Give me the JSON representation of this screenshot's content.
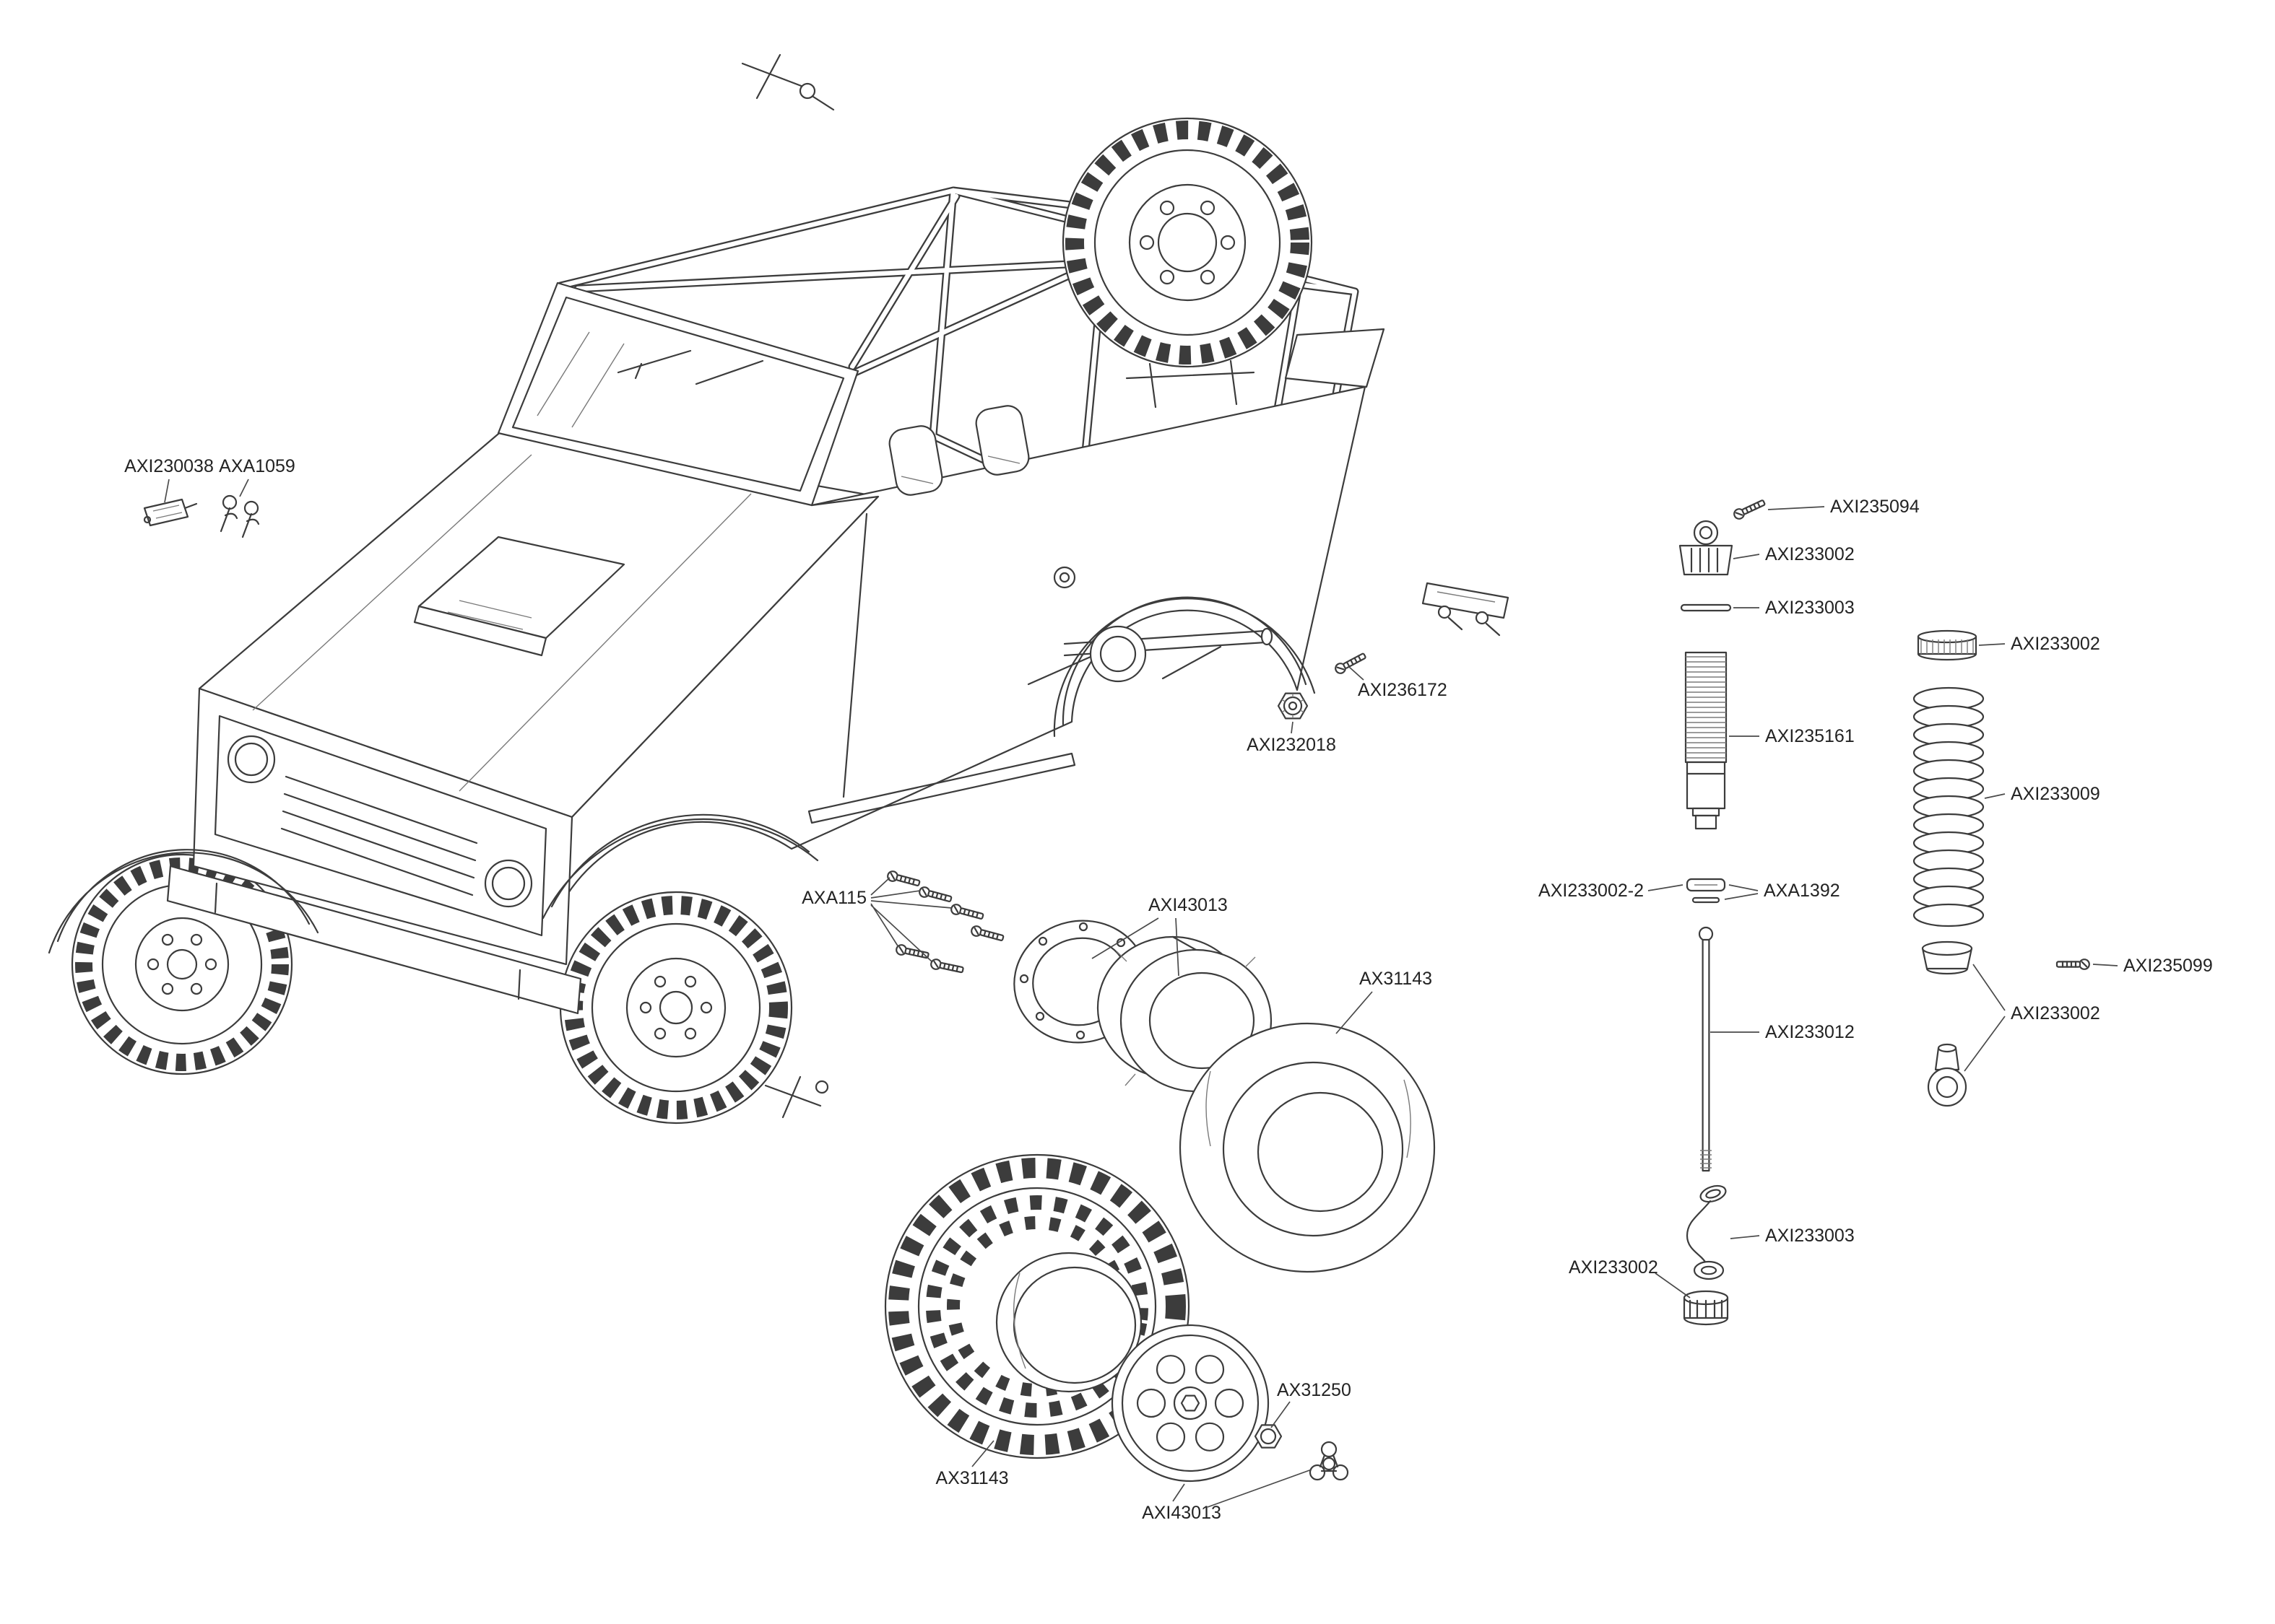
{
  "figure": {
    "kind": "exploded-parts-diagram",
    "subject": "rc-truck-body-wheel-and-shock-assembly",
    "background": "#ffffff",
    "line_color": "#3c3c3c",
    "label_color": "#232323"
  },
  "callouts": [
    {
      "part": "body-clip-mount",
      "text": "AXI230038"
    },
    {
      "part": "body-clips",
      "text": "AXA1059"
    },
    {
      "part": "axle-screw",
      "text": "AXI236172"
    },
    {
      "part": "wheel-hex",
      "text": "AXI232018"
    },
    {
      "part": "beadlock-screws",
      "text": "AXA115"
    },
    {
      "part": "beadlock-ring-set",
      "text": "AXI43013"
    },
    {
      "part": "tire-upper",
      "text": "AX31143"
    },
    {
      "part": "tire-lower",
      "text": "AX31143"
    },
    {
      "part": "wheel-nut",
      "text": "AX31250"
    },
    {
      "part": "wheel-face",
      "text": "AXI43013"
    },
    {
      "part": "shock-top-screw",
      "text": "AXI235094"
    },
    {
      "part": "shock-cap",
      "text": "AXI233002"
    },
    {
      "part": "shock-cap-pin",
      "text": "AXI233003"
    },
    {
      "part": "shock-body",
      "text": "AXI235161"
    },
    {
      "part": "spring-retainer",
      "text": "AXI233002"
    },
    {
      "part": "shock-spring",
      "text": "AXI233009"
    },
    {
      "part": "shock-spacer",
      "text": "AXI233002-2"
    },
    {
      "part": "shock-o-ring",
      "text": "AXA1392"
    },
    {
      "part": "shock-shaft",
      "text": "AXI233012"
    },
    {
      "part": "shock-bottom-screw",
      "text": "AXI235099"
    },
    {
      "part": "spring-cup-and-eyelet",
      "text": "AXI233002"
    },
    {
      "part": "shock-rod-end",
      "text": "AXI233003"
    },
    {
      "part": "shock-bottom-cap",
      "text": "AXI233002"
    }
  ]
}
